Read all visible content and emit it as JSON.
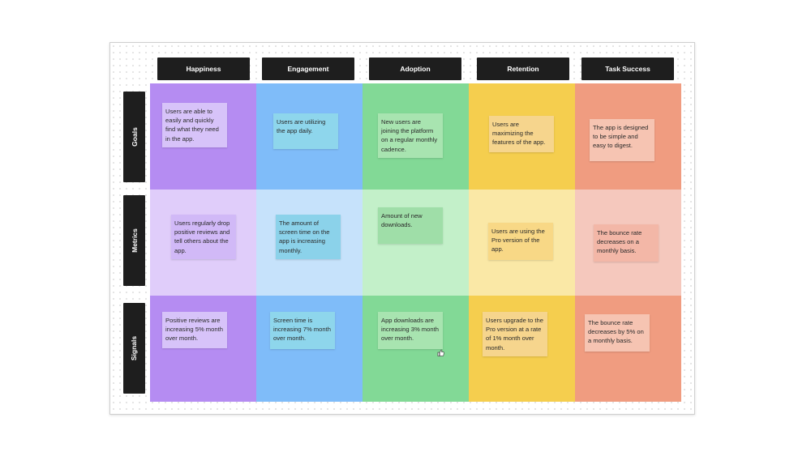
{
  "board": {
    "columns": [
      "Happiness",
      "Engagement",
      "Adoption",
      "Retention",
      "Task Success"
    ],
    "rows": [
      "Goals",
      "Metrics",
      "Signals"
    ],
    "cells": [
      [
        "Users are able to easily and quickly find what they need in the app.",
        "Users are utilizing the app daily.",
        "New users are joining the platform on a regular monthly cadence.",
        "Users are maximizing the features of the app.",
        "The app is designed to be simple and easy to digest."
      ],
      [
        "Users regularly drop positive reviews and tell others about the app.",
        "The amount of screen time on the app is increasing monthly.",
        "Amount of new downloads.",
        "Users are using the Pro version of the app.",
        "The bounce rate decreases on a monthly basis."
      ],
      [
        "Positive reviews are increasing 5% month over month.",
        "Screen time is increasing 7% month over month.",
        "App downloads are increasing 3% month over month.",
        "Users upgrade to the Pro version at a rate of 1% month over month.",
        "The bounce rate decreases by 5% on a monthly basis."
      ]
    ]
  },
  "colors": {
    "columns": [
      {
        "dark": "#b58cf2",
        "light": "#e0cdfa",
        "sticky_dark": "#d7c3f9",
        "sticky_light": "#d1b9f7"
      },
      {
        "dark": "#7fbcf9",
        "light": "#c6e2fb",
        "sticky_dark": "#8ed6ec",
        "sticky_light": "#8bd2ea"
      },
      {
        "dark": "#82d996",
        "light": "#c3f0c9",
        "sticky_dark": "#a8e4b0",
        "sticky_light": "#9fdea8"
      },
      {
        "dark": "#f5ce4e",
        "light": "#fae8a6",
        "sticky_dark": "#f6d58d",
        "sticky_light": "#f8d886"
      },
      {
        "dark": "#f09c80",
        "light": "#f5c8bd",
        "sticky_dark": "#f6c4b2",
        "sticky_light": "#f3b7a7"
      }
    ]
  },
  "icons": {
    "cursor": "thumbs-up-cursor-icon"
  }
}
